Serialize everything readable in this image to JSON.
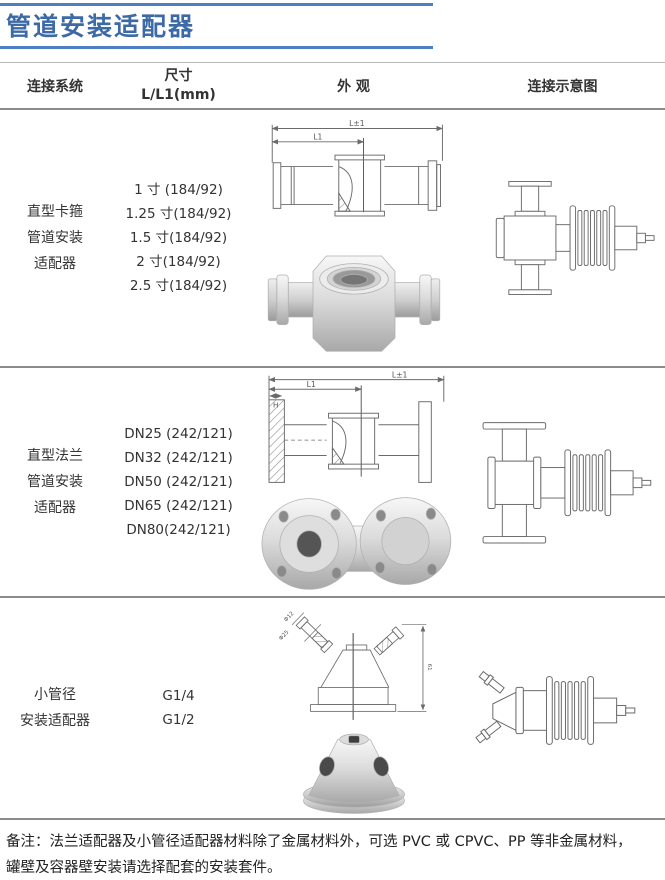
{
  "page": {
    "title": "管道安装适配器",
    "accent_color": "#3c6aa6",
    "rule_color": "#4d7fc4",
    "table_border_color": "#8c8c8c"
  },
  "table": {
    "headers": {
      "system": "连接系统",
      "size_line1": "尺寸",
      "size_line2": "L/L1(mm)",
      "appearance": "外 观",
      "diagram": "连接示意图"
    },
    "rows": [
      {
        "system_lines": [
          "直型卡箍",
          "管道安装",
          "适配器"
        ],
        "sizes": [
          "1 寸 (184/92)",
          "1.25 寸(184/92)",
          "1.5 寸(184/92)",
          "2 寸(184/92)",
          "2.5 寸(184/92)"
        ]
      },
      {
        "system_lines": [
          "直型法兰",
          "管道安装",
          "适配器"
        ],
        "sizes": [
          "DN25 (242/121)",
          "DN32 (242/121)",
          "DN50 (242/121)",
          "DN65 (242/121)",
          "DN80(242/121)"
        ]
      },
      {
        "system_lines": [
          "小管径",
          "安装适配器"
        ],
        "sizes": [
          "G1/4",
          "G1/2"
        ]
      }
    ]
  },
  "drawings": {
    "clamp_dim_total": "L±1",
    "clamp_dim_half": "L1",
    "flange_dim_total": "L±1",
    "flange_dim_half": "L1",
    "flange_dim_height": "H",
    "cone_dim_port_outer": "Φ12",
    "cone_dim_port_inner": "Φ25",
    "cone_dim_height": "61"
  },
  "note": {
    "line1": "备注：法兰适配器及小管径适配器材料除了金属材料外，可选 PVC 或 CPVC、PP 等非金属材料，",
    "line2": "罐壁及容器壁安装请选择配套的安装套件。"
  }
}
